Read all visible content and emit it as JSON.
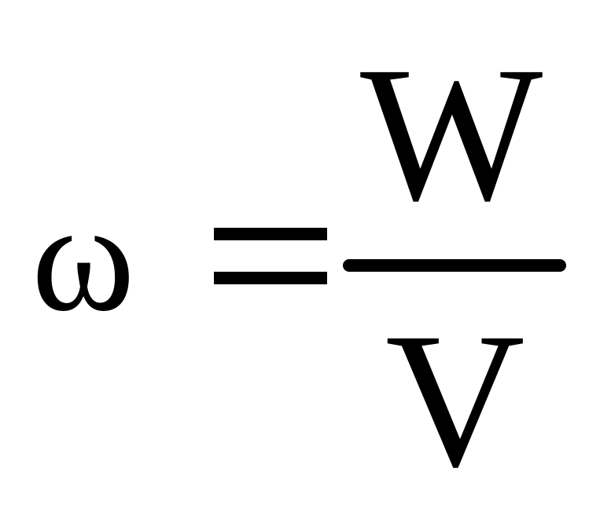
{
  "formula": {
    "lhs": "ω",
    "equals": "=",
    "numerator": "W",
    "denominator": "V"
  }
}
